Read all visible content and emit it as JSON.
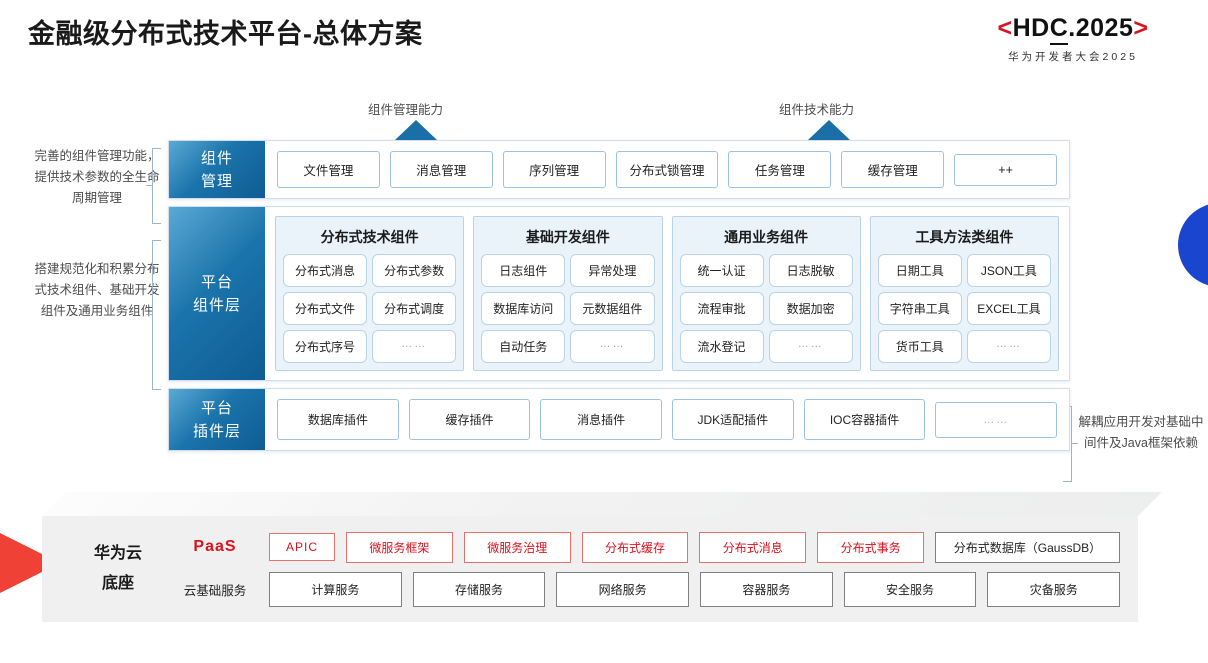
{
  "header": {
    "title": "金融级分布式技术平台-总体方案",
    "logo": {
      "left_bracket": "<",
      "main_pre": "HD",
      "main_under": "C",
      "main_post": ".2025",
      "right_bracket": ">",
      "subtitle": "华为开发者大会2025"
    }
  },
  "top_arrows": [
    {
      "label": "组件管理能力",
      "icon": "up-arrow-icon"
    },
    {
      "label": "组件技术能力",
      "icon": "up-arrow-icon"
    }
  ],
  "left_notes": [
    "完善的组件管理功能，提供技术参数的全生命周期管理",
    "搭建规范化和积累分布式技术组件、基础开发组件及通用业务组件"
  ],
  "right_notes": [
    "解耦应用开发对基础中间件及Java框架依赖"
  ],
  "layers": {
    "component_management": {
      "label_line1": "组件",
      "label_line2": "管理",
      "items": [
        "文件管理",
        "消息管理",
        "序列管理",
        "分布式锁管理",
        "任务管理",
        "缓存管理",
        "++"
      ]
    },
    "platform_component": {
      "label_line1": "平台",
      "label_line2": "组件层",
      "groups": [
        {
          "title": "分布式技术组件",
          "cells": [
            "分布式消息",
            "分布式参数",
            "分布式文件",
            "分布式调度",
            "分布式序号",
            "……"
          ]
        },
        {
          "title": "基础开发组件",
          "cells": [
            "日志组件",
            "异常处理",
            "数据库访问",
            "元数据组件",
            "自动任务",
            "……"
          ]
        },
        {
          "title": "通用业务组件",
          "cells": [
            "统一认证",
            "日志脱敏",
            "流程审批",
            "数据加密",
            "流水登记",
            "……"
          ]
        },
        {
          "title": "工具方法类组件",
          "cells": [
            "日期工具",
            "JSON工具",
            "字符串工具",
            "EXCEL工具",
            "货币工具",
            "……"
          ]
        }
      ]
    },
    "platform_plugin": {
      "label_line1": "平台",
      "label_line2": "插件层",
      "items": [
        "数据库插件",
        "缓存插件",
        "消息插件",
        "JDK适配插件",
        "IOC容器插件",
        "……"
      ]
    }
  },
  "paas": {
    "title_line1": "华为云",
    "title_line2": "底座",
    "paas_label": "PaaS",
    "paas_items": [
      "APIC",
      "微服务框架",
      "微服务治理",
      "分布式缓存",
      "分布式消息",
      "分布式事务",
      "分布式数据库（GaussDB）"
    ],
    "cloud_label": "云基础服务",
    "cloud_items": [
      "计算服务",
      "存储服务",
      "网络服务",
      "容器服务",
      "安全服务",
      "灾备服务"
    ]
  },
  "colors": {
    "brand_red": "#d9121f",
    "brand_blue": "#1a74ab",
    "circle_blue": "#1a46cf",
    "pie_red": "#ef4136",
    "arrow_blue": "#1b6fa8"
  }
}
